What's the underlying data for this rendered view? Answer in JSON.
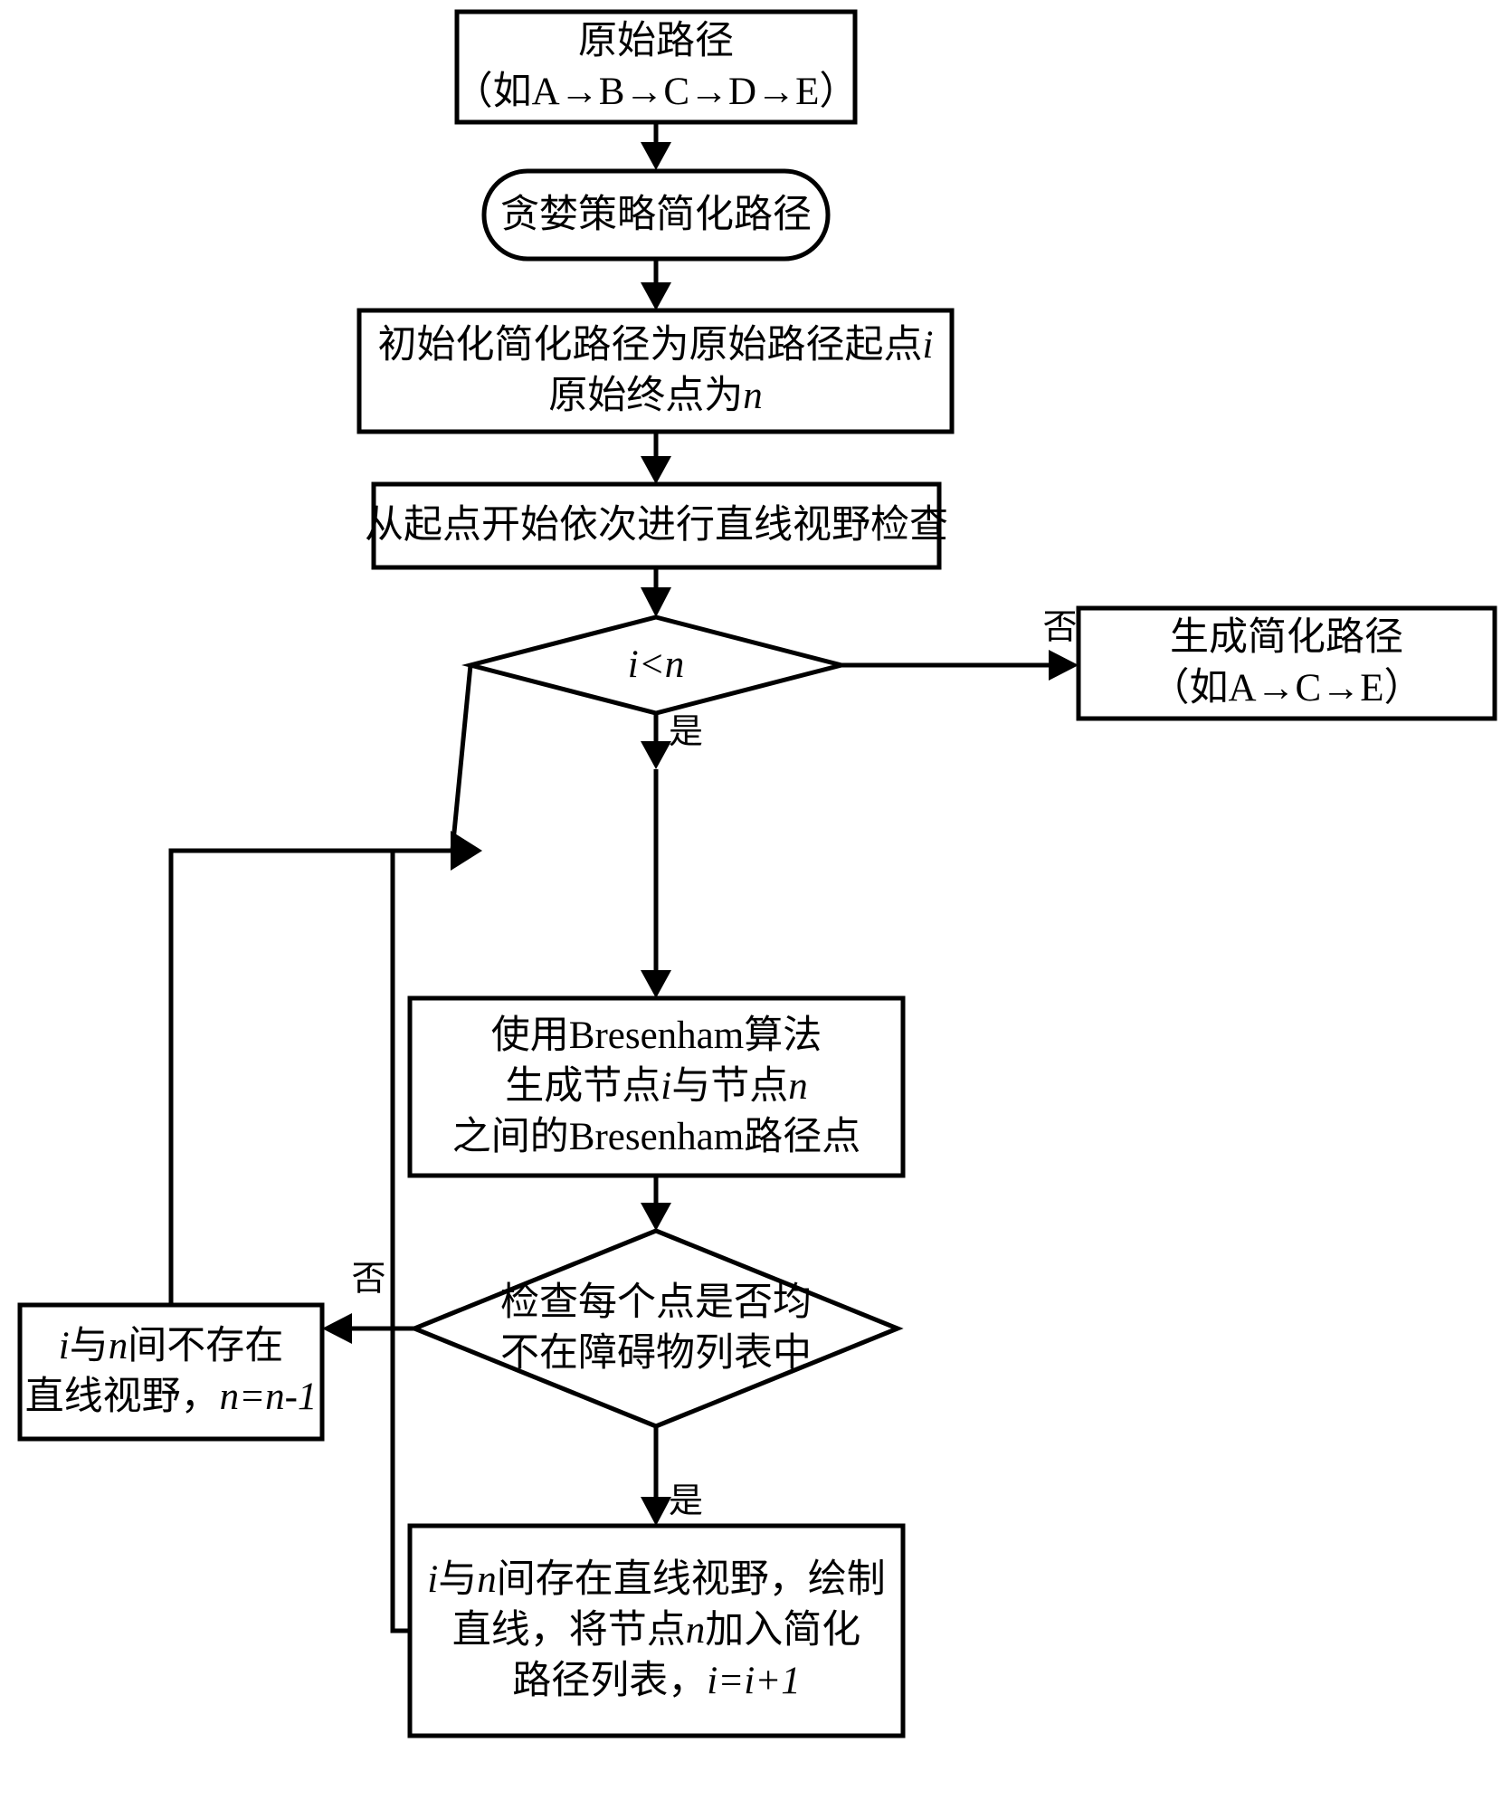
{
  "diagram": {
    "title": "贪婪策略路径简化流程图",
    "type": "flowchart",
    "language": "zh-CN",
    "colors": {
      "stroke": "#000000",
      "fill": "#ffffff",
      "text": "#000000"
    },
    "nodes": [
      {
        "id": "original-path",
        "shape": "rectangle",
        "lines": [
          "原始路径",
          "（如A→B→C→D→E）"
        ]
      },
      {
        "id": "greedy-simplify",
        "shape": "rounded-rectangle",
        "lines": [
          "贪婪策略简化路径"
        ]
      },
      {
        "id": "initialize",
        "shape": "rectangle",
        "lines": [
          "初始化简化路径为原始路径起点i",
          "原始终点为n"
        ]
      },
      {
        "id": "line-of-sight-check",
        "shape": "rectangle",
        "lines": [
          "从起点开始依次进行直线视野检查"
        ]
      },
      {
        "id": "decision-i-lt-n",
        "shape": "diamond",
        "lines": [
          "i<n"
        ]
      },
      {
        "id": "generate-simplified-path",
        "shape": "rectangle",
        "lines": [
          "生成简化路径",
          "（如A→C→E）"
        ]
      },
      {
        "id": "bresenham",
        "shape": "rectangle",
        "lines": [
          "使用Bresenham算法",
          "生成节点i与节点n",
          "之间的Bresenham路径点"
        ]
      },
      {
        "id": "decision-obstacle",
        "shape": "diamond",
        "lines": [
          "检查每个点是否均",
          "不在障碍物列表中"
        ]
      },
      {
        "id": "no-line-of-sight",
        "shape": "rectangle",
        "lines": [
          "i与n间不存在",
          "直线视野，n=n-1"
        ]
      },
      {
        "id": "has-line-of-sight",
        "shape": "rectangle",
        "lines": [
          "i与n间存在直线视野，绘制",
          "直线，将节点n加入简化",
          "路径列表，i=i+1"
        ]
      }
    ],
    "edge_labels": {
      "no_top": "否",
      "yes_top": "是",
      "no_bottom": "否",
      "yes_bottom": "是"
    },
    "edges": [
      {
        "from": "original-path",
        "to": "greedy-simplify",
        "label": ""
      },
      {
        "from": "greedy-simplify",
        "to": "initialize",
        "label": ""
      },
      {
        "from": "initialize",
        "to": "line-of-sight-check",
        "label": ""
      },
      {
        "from": "line-of-sight-check",
        "to": "decision-i-lt-n",
        "label": ""
      },
      {
        "from": "decision-i-lt-n",
        "to": "generate-simplified-path",
        "label": "否"
      },
      {
        "from": "decision-i-lt-n",
        "to": "bresenham",
        "label": "是"
      },
      {
        "from": "bresenham",
        "to": "decision-obstacle",
        "label": ""
      },
      {
        "from": "decision-obstacle",
        "to": "no-line-of-sight",
        "label": "否"
      },
      {
        "from": "decision-obstacle",
        "to": "has-line-of-sight",
        "label": "是"
      },
      {
        "from": "no-line-of-sight",
        "to": "decision-i-lt-n",
        "label": ""
      },
      {
        "from": "has-line-of-sight",
        "to": "decision-i-lt-n",
        "label": ""
      }
    ]
  }
}
